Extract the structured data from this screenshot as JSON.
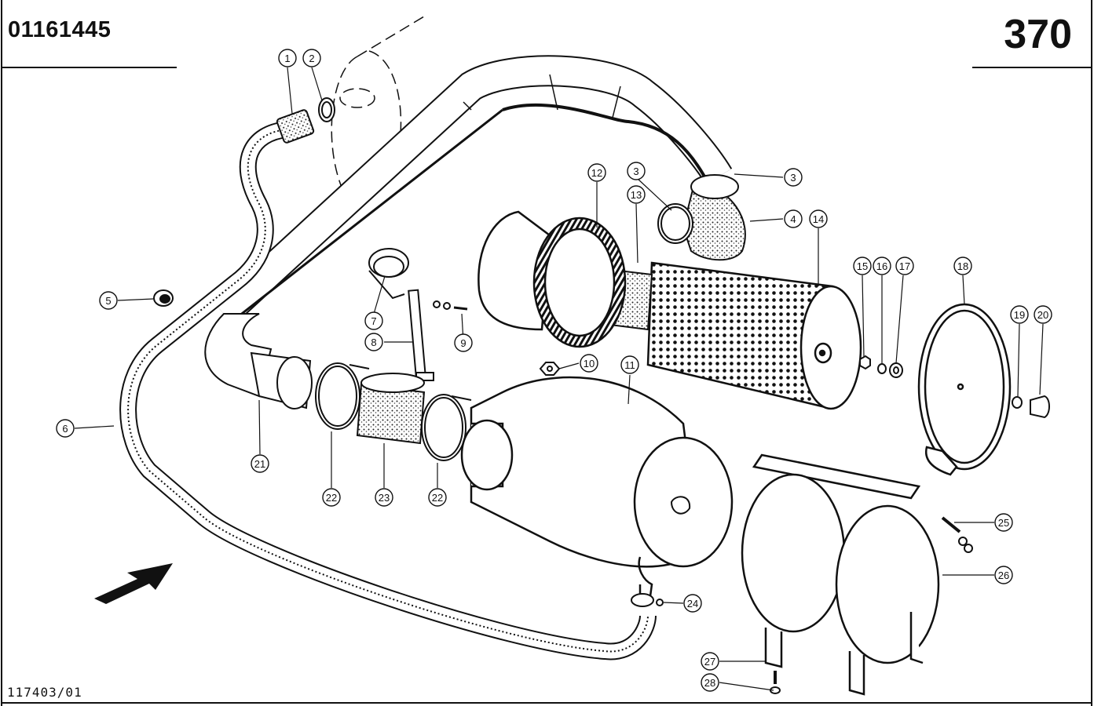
{
  "header": {
    "part_number": "01161445",
    "page_number": "370"
  },
  "footer": {
    "drawing_reference": "117403/01"
  },
  "callouts": [
    {
      "label": "1"
    },
    {
      "label": "2"
    },
    {
      "label": "3"
    },
    {
      "label": "3"
    },
    {
      "label": "4"
    },
    {
      "label": "5"
    },
    {
      "label": "6"
    },
    {
      "label": "7"
    },
    {
      "label": "8"
    },
    {
      "label": "9"
    },
    {
      "label": "10"
    },
    {
      "label": "11"
    },
    {
      "label": "12"
    },
    {
      "label": "13"
    },
    {
      "label": "14"
    },
    {
      "label": "15"
    },
    {
      "label": "16"
    },
    {
      "label": "17"
    },
    {
      "label": "18"
    },
    {
      "label": "19"
    },
    {
      "label": "20"
    },
    {
      "label": "21"
    },
    {
      "label": "22"
    },
    {
      "label": "22"
    },
    {
      "label": "23"
    },
    {
      "label": "24"
    },
    {
      "label": "25"
    },
    {
      "label": "26"
    },
    {
      "label": "27"
    },
    {
      "label": "28"
    }
  ]
}
